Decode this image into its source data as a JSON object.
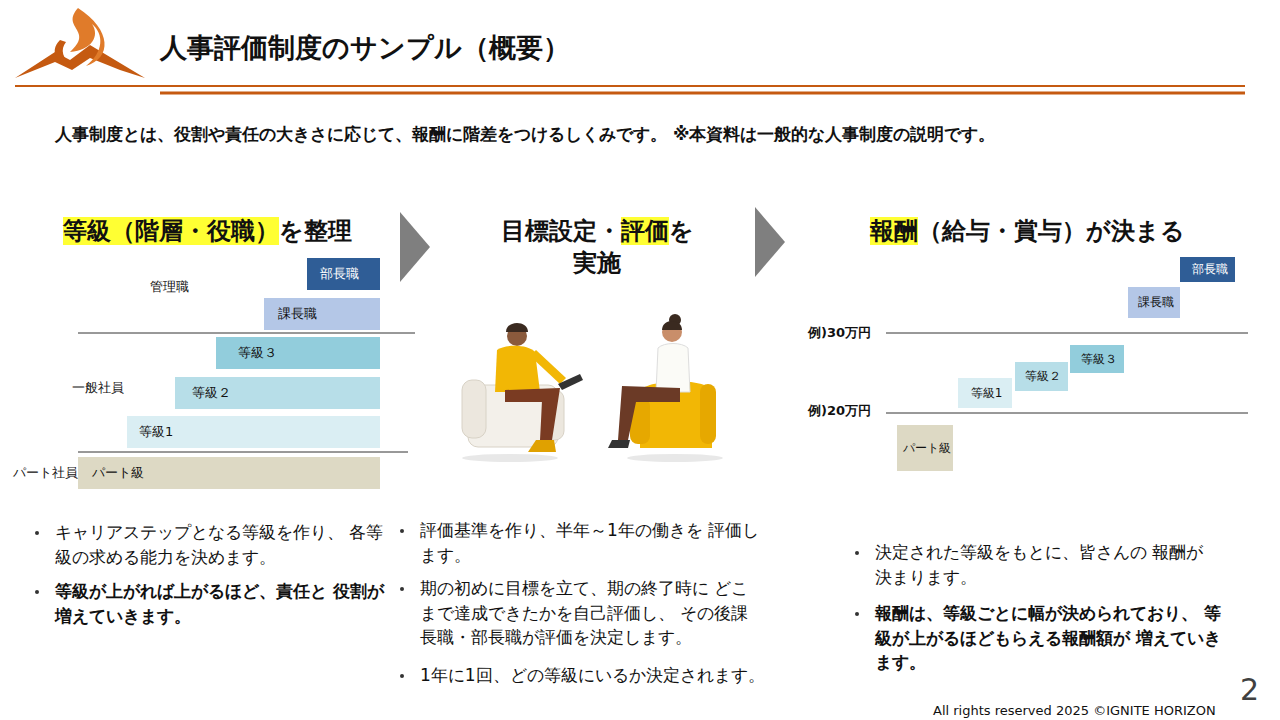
{
  "diagram": {
    "title": "人事評価制度のサンプル（概要）",
    "nodes": [
      {
        "text": [
          "部長職"
        ]
      },
      {
        "text": [
          "課長職"
        ]
      },
      {
        "text": [
          "等級３"
        ]
      },
      {
        "text": [
          "等級２"
        ]
      },
      {
        "text": [
          "等級1"
        ]
      },
      {
        "text": [
          "パート級"
        ]
      },
      {
        "text": [
          "部長職"
        ]
      },
      {
        "text": [
          "課長職"
        ]
      },
      {
        "text": [
          "等級３"
        ]
      },
      {
        "text": [
          "等級２"
        ]
      },
      {
        "text": [
          "等級1"
        ]
      },
      {
        "text": [
          "パート級"
        ]
      }
    ],
    "labels": [
      "人事制度とは、役割や責任の大きさに応じて、報酬に階差をつけるしくみです。 ※本資料は一般的な人事制度の説明です。",
      "等級（階層・役職）",
      "を整理",
      "目標設定・",
      "評価",
      "を",
      "実施",
      "報酬",
      "（給与・賞与）が決まる",
      "管理職",
      "一般社員",
      "パート社員",
      "例)30万円",
      "例)20万円",
      "キャリアステップとなる等級を作り、 各等級の求める能力を決めます。",
      "等級が上がれば上がるほど、責任と 役割が増えていきます。",
      "評価基準を作り、半年～1年の働きを 評価します。",
      "期の初めに目標を立て、期の終了時に どこまで達成できたかを自己評価し、 その後課長職・部長職が評価を決定します。",
      "1年に1回、どの等級にいるか決定されます。",
      "決定された等級をもとに、皆さんの 報酬が決まります。",
      "報酬は、等級ごとに幅が決められており、 等級が上がるほどもらえる報酬額が 増えていきます。",
      "2",
      "All rights reserved 2025 ©IGNITE HORIZON"
    ]
  }
}
